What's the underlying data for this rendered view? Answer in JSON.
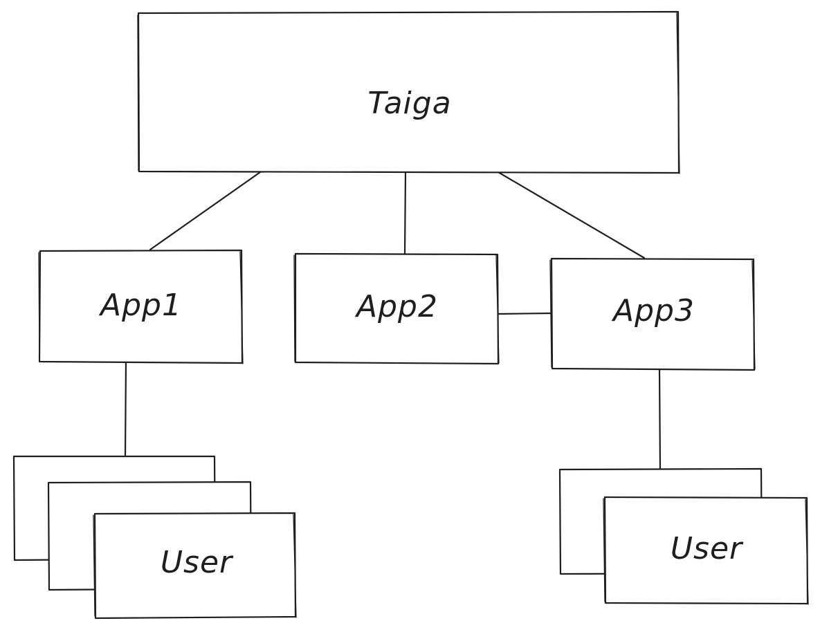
{
  "diagram": {
    "root": {
      "label": "Taiga"
    },
    "apps": [
      {
        "label": "App1"
      },
      {
        "label": "App2"
      },
      {
        "label": "App3"
      }
    ],
    "user_groups": [
      {
        "label": "User"
      },
      {
        "label": "User"
      }
    ],
    "stroke_color": "#1e1e1e",
    "background_color": "#ffffff"
  }
}
